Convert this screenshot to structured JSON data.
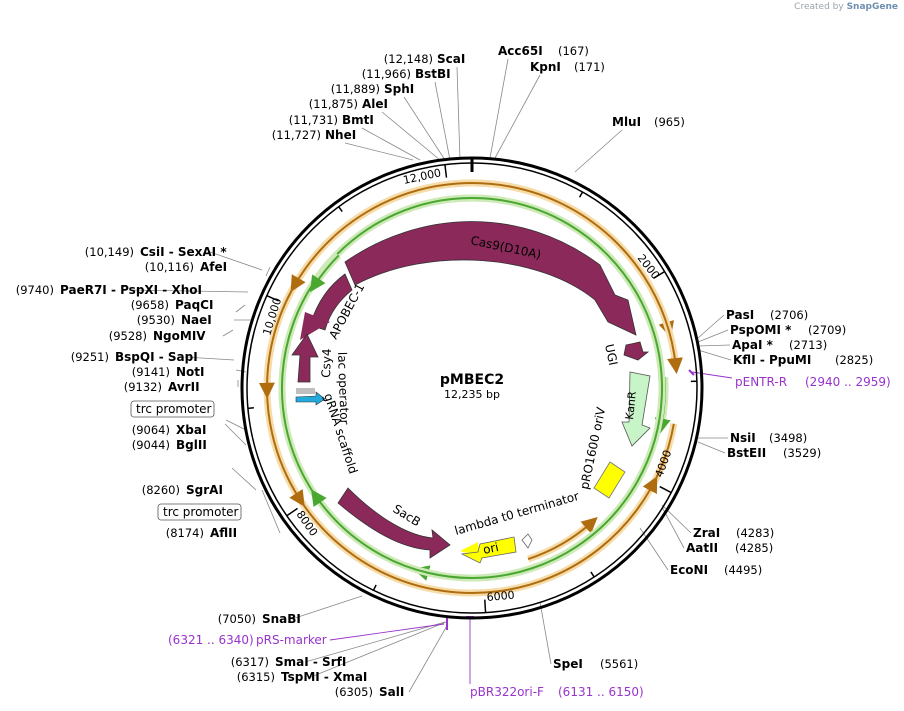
{
  "brand": {
    "prefix": "Created by",
    "name": "SnapGene"
  },
  "plasmid": {
    "name": "pMBEC2",
    "length_label": "12,235 bp",
    "length": 12235
  },
  "ticks": [
    "2000",
    "4000",
    "6000",
    "8000",
    "10,000",
    "12,000"
  ],
  "features": {
    "cas9": "Cas9(D10A)",
    "apobec": "APOBEC-1",
    "ugi": "UGI",
    "kanr": "KanR",
    "pro1600": "pRO1600 oriV",
    "csy4": "Csy4",
    "lac": "lac operator",
    "grna": "gRNA scaffold",
    "sacb": "SacB",
    "lambda": "lambda t0 terminator",
    "ori": "ori",
    "trc1": "trc promoter",
    "trc2": "trc promoter"
  },
  "sites_left": [
    {
      "pos": "(12,148)",
      "name": "ScaI"
    },
    {
      "pos": "(11,966)",
      "name": "BstBI"
    },
    {
      "pos": "(11,889)",
      "name": "SphI"
    },
    {
      "pos": "(11,875)",
      "name": "AleI"
    },
    {
      "pos": "(11,731)",
      "name": "BmtI"
    },
    {
      "pos": "(11,727)",
      "name": "NheI"
    }
  ],
  "sites_topright": [
    {
      "name": "Acc65I",
      "pos": "(167)"
    },
    {
      "name": "KpnI",
      "pos": "(171)"
    },
    {
      "name": "MluI",
      "pos": "(965)"
    }
  ],
  "sites_right": [
    {
      "name": "PasI",
      "pos": "(2706)"
    },
    {
      "name": "PspOMI *",
      "pos": "(2709)"
    },
    {
      "name": "ApaI *",
      "pos": "(2713)"
    },
    {
      "name": "KflI",
      "name2": "PpuMI",
      "pos": "(2825)"
    },
    {
      "name": "NsiI",
      "pos": "(3498)"
    },
    {
      "name": "BstEII",
      "pos": "(3529)"
    },
    {
      "name": "ZraI",
      "pos": "(4283)"
    },
    {
      "name": "AatII",
      "pos": "(4285)"
    },
    {
      "name": "EcoNI",
      "pos": "(4495)"
    },
    {
      "name": "SpeI",
      "pos": "(5561)"
    }
  ],
  "sites_leftmid": [
    {
      "pos": "(10,149)",
      "name": "CsiI",
      "name2": "SexAI *"
    },
    {
      "pos": "(10,116)",
      "name": "AfeI"
    },
    {
      "pos": "(9740)",
      "name": "PaeR7I",
      "name2": "PspXI",
      "name3": "XhoI"
    },
    {
      "pos": "(9658)",
      "name": "PaqCI"
    },
    {
      "pos": "(9530)",
      "name": "NaeI"
    },
    {
      "pos": "(9528)",
      "name": "NgoMIV"
    },
    {
      "pos": "(9251)",
      "name": "BspQI",
      "name2": "SapI"
    },
    {
      "pos": "(9141)",
      "name": "NotI"
    },
    {
      "pos": "(9132)",
      "name": "AvrII"
    },
    {
      "pos": "(9064)",
      "name": "XbaI"
    },
    {
      "pos": "(9044)",
      "name": "BglII"
    },
    {
      "pos": "(8260)",
      "name": "SgrAI"
    },
    {
      "pos": "(8174)",
      "name": "AflII"
    }
  ],
  "sites_bottom": [
    {
      "pos": "(7050)",
      "name": "SnaBI"
    },
    {
      "pos": "(6317)",
      "name": "SmaI",
      "name2": "SrfI"
    },
    {
      "pos": "(6315)",
      "name": "TspMI",
      "name2": "XmaI"
    },
    {
      "pos": "(6305)",
      "name": "SalI"
    }
  ],
  "primers": {
    "pentr": {
      "name": "pENTR-R",
      "range": "(2940 .. 2959)"
    },
    "prs": {
      "range": "(6321 .. 6340)",
      "name": "pRS-marker"
    },
    "pbr": {
      "name": "pBR322ori-F",
      "range": "(6131 .. 6150)"
    }
  },
  "colors": {
    "backbone": "#000000",
    "cds": "#8b2a5a",
    "orf": "#e0a030",
    "orf_glow": "#f5dca8",
    "misc": "#4aa72f",
    "misc_glow": "#cdeab8",
    "kanr": "#c8f5c8",
    "ori": "#ffff00",
    "promoter_box": "#555555",
    "lac": "#22aadd",
    "primer": "#9933cc",
    "leader": "#888888"
  }
}
